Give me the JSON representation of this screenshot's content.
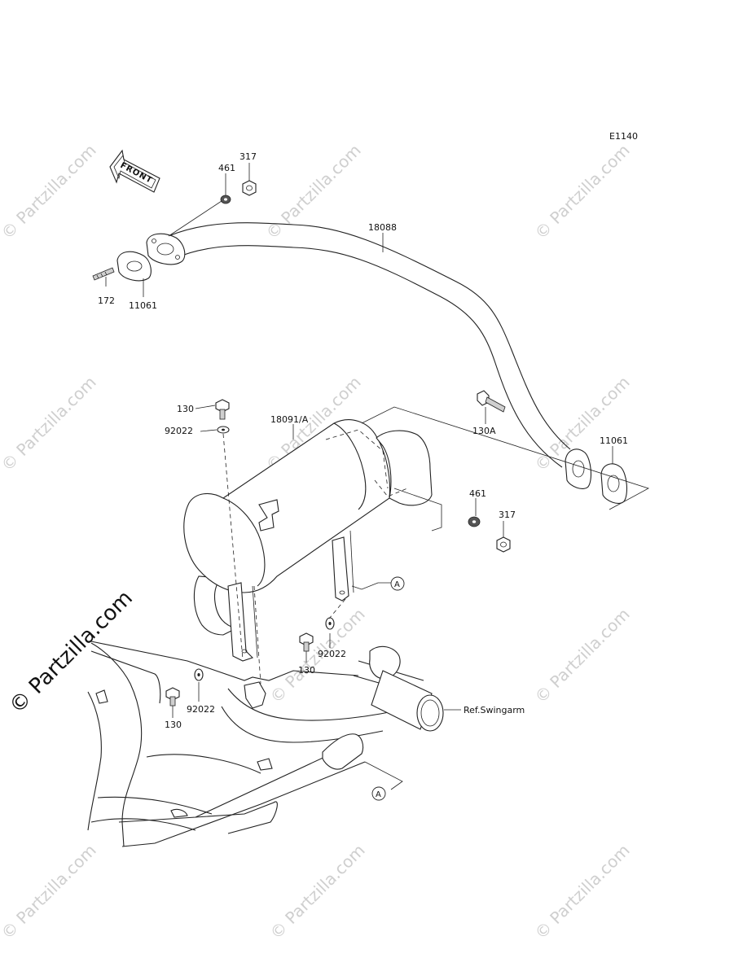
{
  "diagram": {
    "code": "E1140",
    "direction_label": "FRONT",
    "reference_label": "Ref.Swingarm",
    "reference_markers": [
      "A",
      "A"
    ]
  },
  "watermarks": {
    "small": "© Partzilla.com",
    "big": "© Partzilla.com"
  },
  "parts": [
    {
      "number": "317"
    },
    {
      "number": "461"
    },
    {
      "number": "18088"
    },
    {
      "number": "172"
    },
    {
      "number": "11061"
    },
    {
      "number": "130"
    },
    {
      "number": "92022"
    },
    {
      "number": "18091/A"
    },
    {
      "number": "130A"
    },
    {
      "number": "11061"
    },
    {
      "number": "461"
    },
    {
      "number": "317"
    },
    {
      "number": "92022"
    },
    {
      "number": "130"
    },
    {
      "number": "92022"
    },
    {
      "number": "130"
    }
  ]
}
